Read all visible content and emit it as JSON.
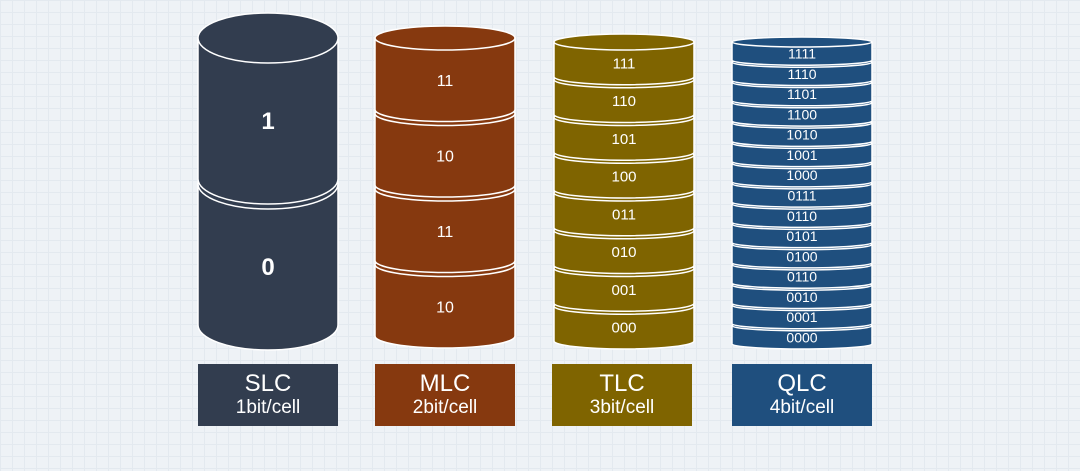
{
  "stacks": [
    {
      "type": "SLC",
      "bits": "1bit/cell",
      "color": "#323d4f",
      "edge": "#ffffff",
      "values": [
        "1",
        "0"
      ]
    },
    {
      "type": "MLC",
      "bits": "2bit/cell",
      "color": "#86390f",
      "edge": "#ffffff",
      "values": [
        "11",
        "10",
        "11",
        "10"
      ]
    },
    {
      "type": "TLC",
      "bits": "3bit/cell",
      "color": "#7f6400",
      "edge": "#ffffff",
      "values": [
        "111",
        "110",
        "101",
        "100",
        "011",
        "010",
        "001",
        "000"
      ]
    },
    {
      "type": "QLC",
      "bits": "4bit/cell",
      "color": "#1f4f7e",
      "edge": "#ffffff",
      "values": [
        "1111",
        "1110",
        "1101",
        "1100",
        "1010",
        "1001",
        "1000",
        "0111",
        "0110",
        "0101",
        "0100",
        "0110",
        "0010",
        "0001",
        "0000"
      ]
    }
  ]
}
